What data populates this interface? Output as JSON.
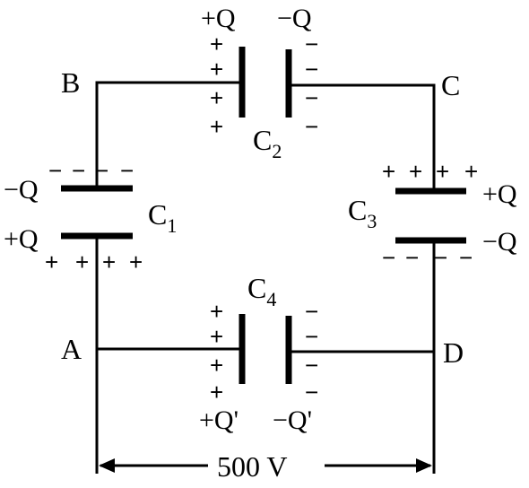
{
  "nodes": {
    "A": "A",
    "B": "B",
    "C": "C",
    "D": "D"
  },
  "capacitors": {
    "c1": {
      "name": "C",
      "sub": "1",
      "charge_pos": "+Q",
      "charge_neg": "−Q"
    },
    "c2": {
      "name": "C",
      "sub": "2",
      "charge_pos": "+Q",
      "charge_neg": "−Q"
    },
    "c3": {
      "name": "C",
      "sub": "3",
      "charge_pos": "+Q",
      "charge_neg": "−Q"
    },
    "c4": {
      "name": "C",
      "sub": "4",
      "charge_pos": "+Q'",
      "charge_neg": "−Q'"
    }
  },
  "signs": {
    "plus": "+",
    "minus": "−"
  },
  "voltage": {
    "label": "500 V"
  }
}
